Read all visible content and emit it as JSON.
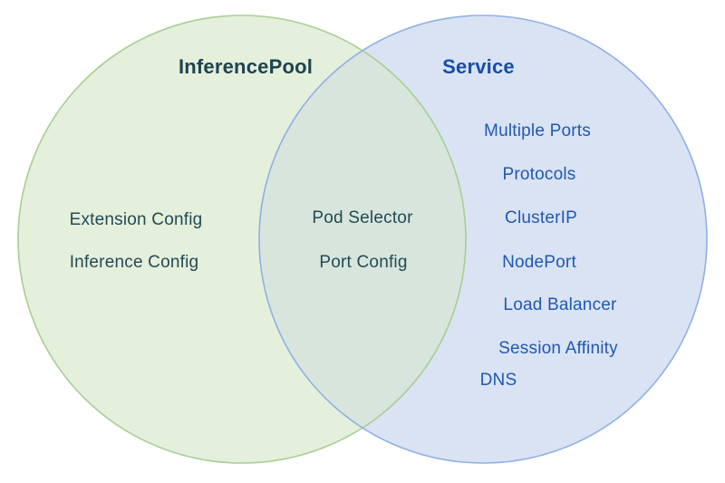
{
  "diagram": {
    "type": "venn",
    "background": "#ffffff",
    "left": {
      "title": "InferencePool",
      "title_color": "#1d4450",
      "item_color": "#244a55",
      "fill": "#e4efdc",
      "stroke": "#a8ce94",
      "items": [
        "Extension Config",
        "Inference Config"
      ]
    },
    "overlap": {
      "fill": "#d7e5dc",
      "item_color": "#244a55",
      "items": [
        "Pod Selector",
        "Port Config"
      ]
    },
    "right": {
      "title": "Service",
      "title_color": "#174ea6",
      "item_color": "#2158b2",
      "fill": "#d9e3f4",
      "stroke": "#8fb0e6",
      "items": [
        "Multiple Ports",
        "Protocols",
        "ClusterIP",
        "NodePort",
        "Load Balancer",
        "Session Affinity",
        "DNS"
      ]
    }
  }
}
